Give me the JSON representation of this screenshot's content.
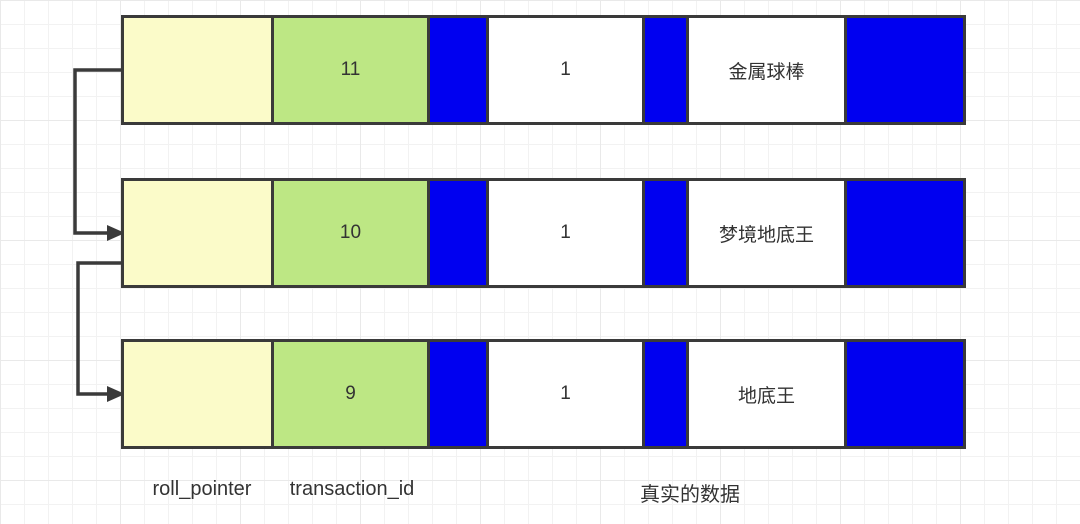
{
  "diagram": {
    "rows": [
      {
        "transaction_id": "11",
        "id": "1",
        "data": "金属球棒"
      },
      {
        "transaction_id": "10",
        "id": "1",
        "data": "梦境地底王"
      },
      {
        "transaction_id": "9",
        "id": "1",
        "data": "地底王"
      }
    ],
    "labels": {
      "roll_pointer": "roll_pointer",
      "transaction_id": "transaction_id",
      "real_data": "真实的数据"
    },
    "colors": {
      "roll_pointer_cell": "#fbfbc9",
      "transaction_id_cell": "#bde784",
      "separator_cell": "#0000f0",
      "border": "#3a3a3a",
      "grid_line": "#ededed",
      "background": "#ffffff"
    }
  }
}
